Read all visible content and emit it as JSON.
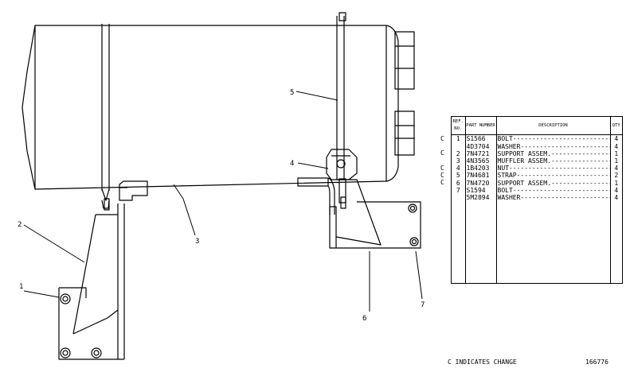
{
  "callouts": [
    "1",
    "2",
    "3",
    "4",
    "5",
    "6",
    "7"
  ],
  "table": {
    "headers": {
      "ref": "REF. NO.",
      "part": "PART NUMBER",
      "desc": "DESCRIPTION",
      "qty": "QTY"
    },
    "rows": [
      {
        "c": "C",
        "ref": "1",
        "part": "S1566",
        "desc": "BOLT",
        "qty": "4"
      },
      {
        "c": "",
        "ref": "",
        "part": "4D3704",
        "desc": "WASHER",
        "qty": "4"
      },
      {
        "c": "C",
        "ref": "2",
        "part": "7N4721",
        "desc": "SUPPORT ASSEM.",
        "qty": "1"
      },
      {
        "c": "",
        "ref": "3",
        "part": "4N3565",
        "desc": "MUFFLER ASSEM.",
        "qty": "1"
      },
      {
        "c": "C",
        "ref": "4",
        "part": "1B4203",
        "desc": "NUT",
        "qty": "4"
      },
      {
        "c": "C",
        "ref": "5",
        "part": "7N4681",
        "desc": "STRAP",
        "qty": "2"
      },
      {
        "c": "C",
        "ref": "6",
        "part": "7N4720",
        "desc": "SUPPORT ASSEM.",
        "qty": "1"
      },
      {
        "c": "",
        "ref": "7",
        "part": "S1594",
        "desc": "BOLT",
        "qty": "4"
      },
      {
        "c": "",
        "ref": "",
        "part": "5M2894",
        "desc": "WASHER",
        "qty": "4"
      }
    ]
  },
  "footer": {
    "note": "C INDICATES CHANGE",
    "drawing_number": "166776"
  }
}
